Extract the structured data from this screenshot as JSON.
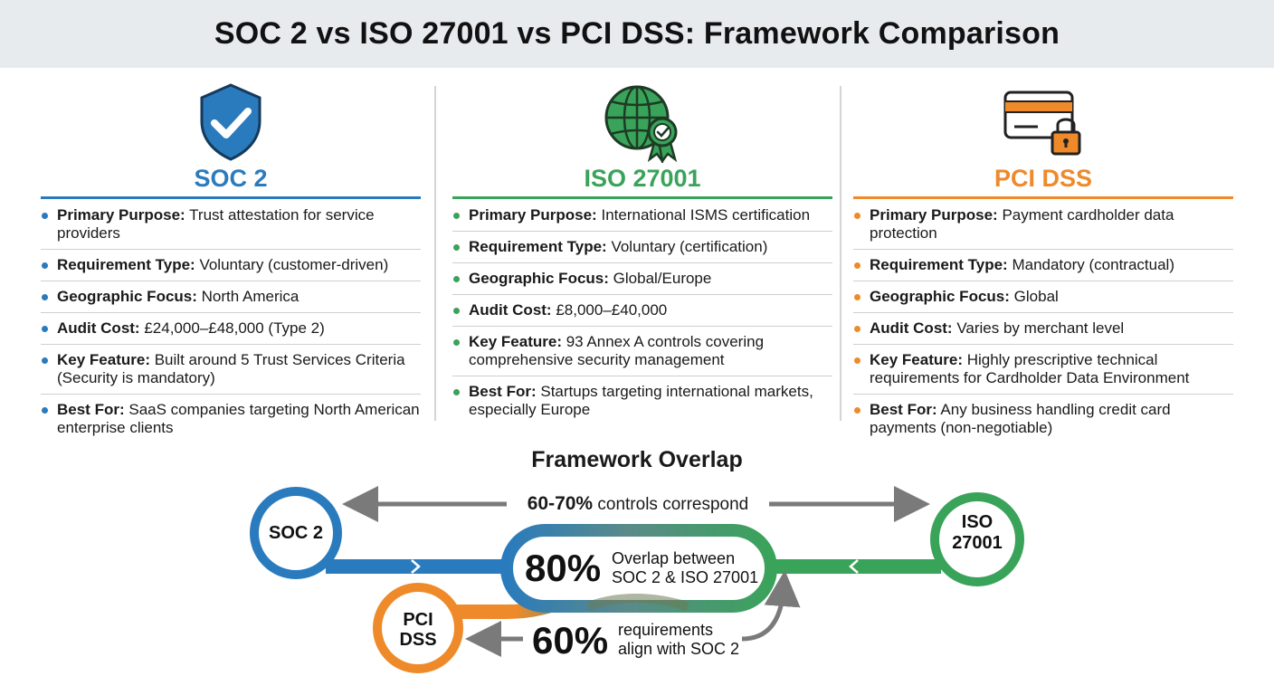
{
  "title": "SOC 2 vs ISO 27001 vs PCI DSS: Framework Comparison",
  "colors": {
    "soc2": "#2a7bbd",
    "iso": "#3aa35a",
    "pci": "#ee8a2a",
    "arrow": "#7a7a7a"
  },
  "columns": [
    {
      "heading": "SOC 2",
      "icon": "shield-check-icon",
      "items": [
        {
          "label": "Primary Purpose:",
          "value": "Trust attestation for service providers"
        },
        {
          "label": "Requirement Type:",
          "value": "Voluntary (customer-driven)"
        },
        {
          "label": "Geographic Focus:",
          "value": "North America"
        },
        {
          "label": "Audit Cost:",
          "value": "£24,000–£48,000 (Type 2)"
        },
        {
          "label": "Key Feature:",
          "value": "Built around 5 Trust Services Criteria (Security is mandatory)"
        },
        {
          "label": "Best For:",
          "value": "SaaS companies targeting North American enterprise clients"
        }
      ]
    },
    {
      "heading": "ISO 27001",
      "icon": "globe-badge-icon",
      "items": [
        {
          "label": "Primary Purpose:",
          "value": "International ISMS certification"
        },
        {
          "label": "Requirement Type:",
          "value": "Voluntary (certification)"
        },
        {
          "label": "Geographic Focus:",
          "value": "Global/Europe"
        },
        {
          "label": "Audit Cost:",
          "value": "£8,000–£40,000"
        },
        {
          "label": "Key Feature:",
          "value": "93 Annex A controls covering comprehensive security management"
        },
        {
          "label": "Best For:",
          "value": "Startups targeting international markets, especially Europe"
        }
      ]
    },
    {
      "heading": "PCI DSS",
      "icon": "card-lock-icon",
      "items": [
        {
          "label": "Primary Purpose:",
          "value": "Payment cardholder data protection"
        },
        {
          "label": "Requirement Type:",
          "value": "Mandatory (contractual)"
        },
        {
          "label": "Geographic Focus:",
          "value": "Global"
        },
        {
          "label": "Audit Cost:",
          "value": "Varies by merchant level"
        },
        {
          "label": "Key Feature:",
          "value": "Highly prescriptive technical requirements for Cardholder Data Environment"
        },
        {
          "label": "Best For:",
          "value": "Any business handling credit card payments (non-negotiable)"
        }
      ]
    }
  ],
  "overlap": {
    "title": "Framework Overlap",
    "nodes": {
      "soc2": "SOC 2",
      "iso_line1": "ISO",
      "iso_line2": "27001",
      "pci_line1": "PCI",
      "pci_line2": "DSS"
    },
    "correspond": {
      "pct": "60-70%",
      "text": "controls correspond"
    },
    "center": {
      "pct": "80%",
      "line1": "Overlap between",
      "line2": "SOC 2 & ISO 27001"
    },
    "pci_align": {
      "pct": "60%",
      "line1": "requirements",
      "line2": "align with SOC 2"
    }
  }
}
